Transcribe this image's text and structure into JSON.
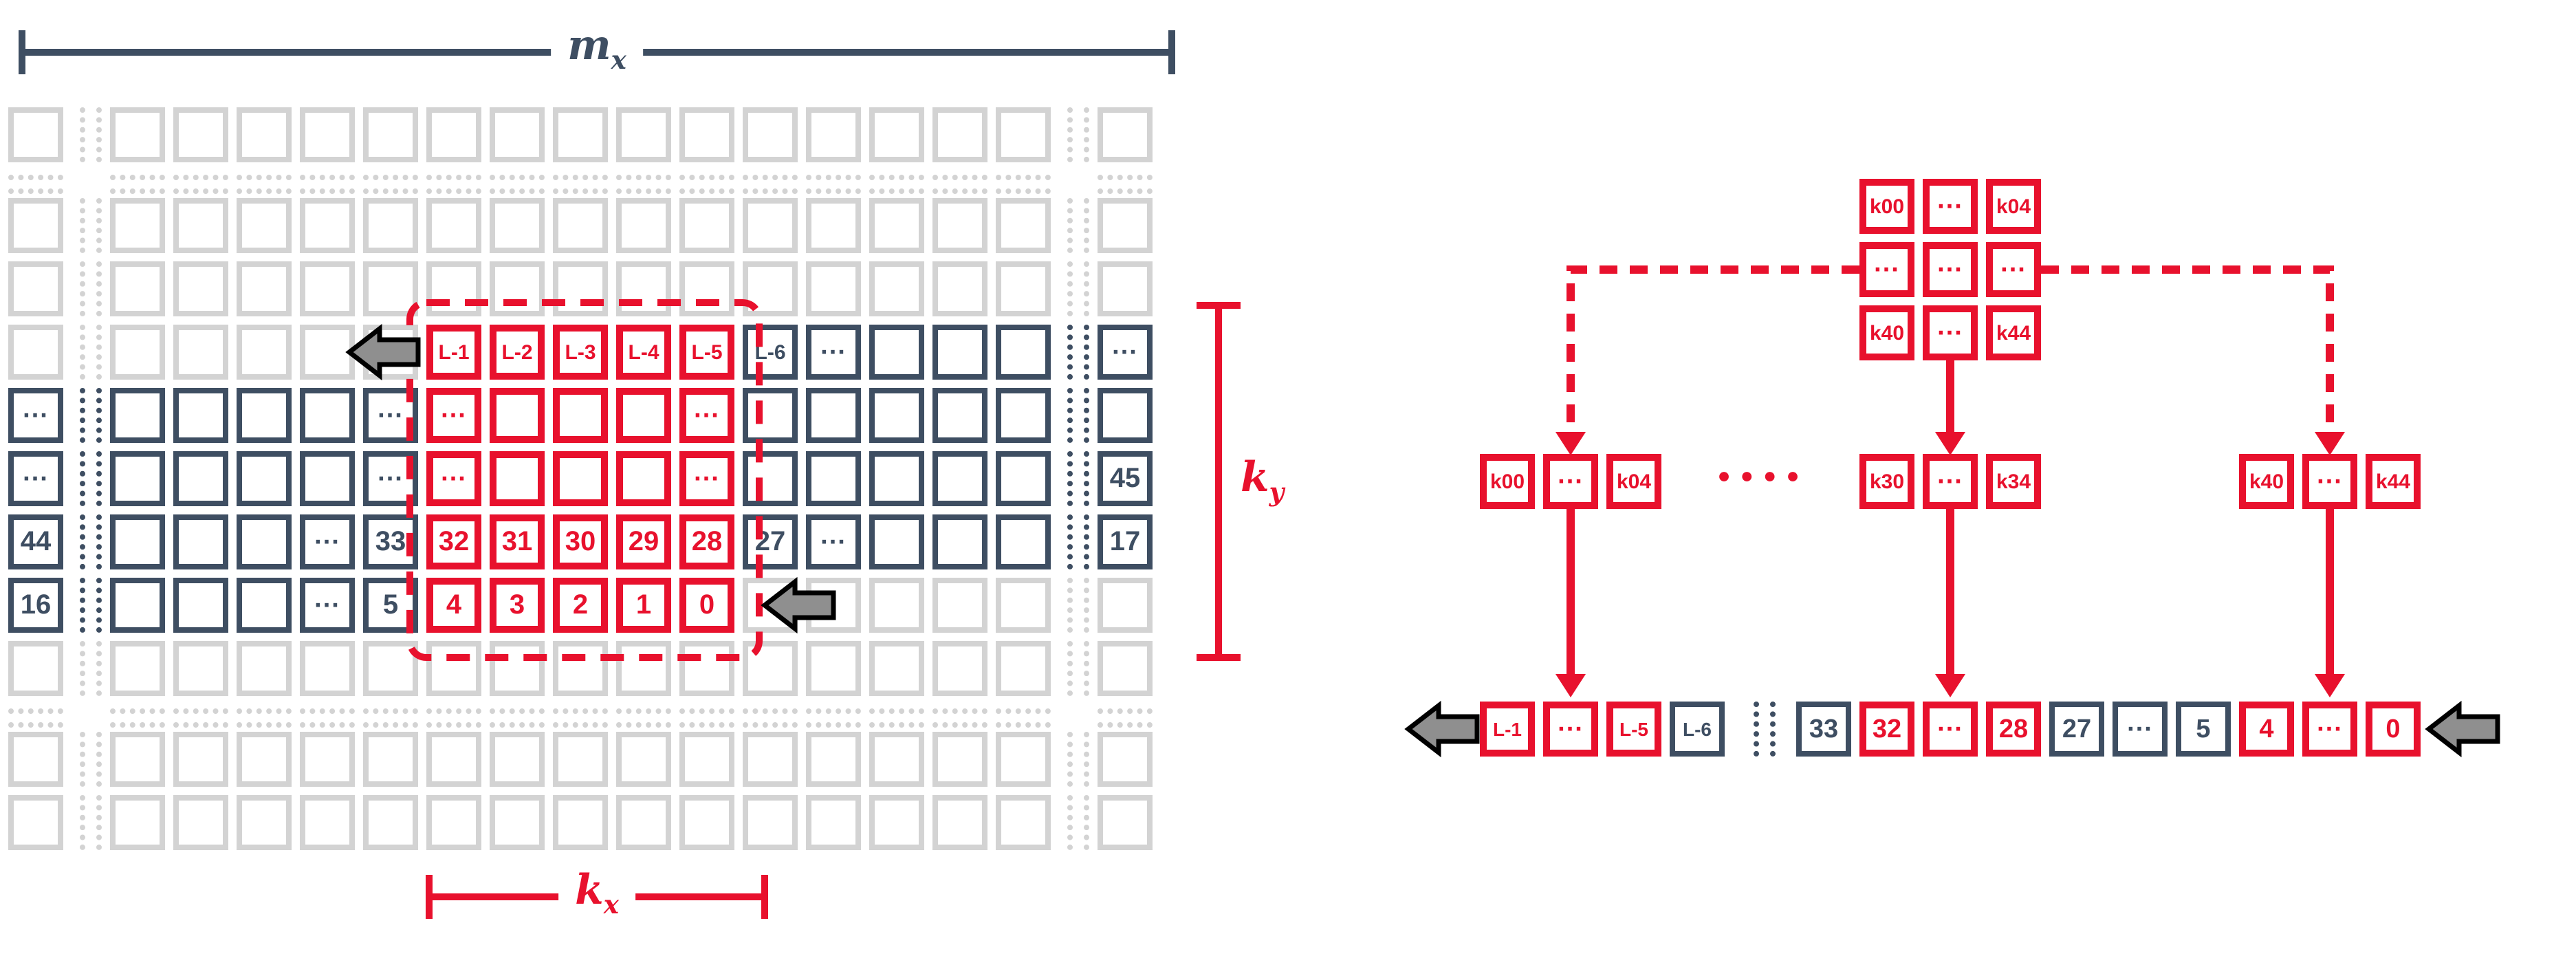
{
  "colors": {
    "navy": "#3e4e62",
    "red": "#e8112d",
    "light_gray": "#d3d3d3",
    "arrow_fill": "#8f8f8f",
    "arrow_outline": "#000000",
    "background": "#ffffff"
  },
  "labels": {
    "mx_main": "m",
    "mx_sub": "x",
    "kx_main": "k",
    "kx_sub": "x",
    "ky_main": "k",
    "ky_sub": "y"
  },
  "left": {
    "rows": [
      [
        "G",
        "dg",
        "G",
        "G",
        "G",
        "G",
        "G",
        "R:L-1",
        "R:L-2",
        "R:L-3",
        "R:L-4",
        "R:L-5",
        "N:L-6",
        "N:...",
        "N",
        "N",
        "N",
        "dn",
        "N:..."
      ],
      [
        "N:...",
        "dn",
        "N",
        "N",
        "N",
        "N",
        "N:...",
        "R:...",
        "R",
        "R",
        "R",
        "R:...",
        "N",
        "N",
        "N",
        "N",
        "N",
        "dn",
        "N"
      ],
      [
        "N:...",
        "dn",
        "N",
        "N",
        "N",
        "N",
        "N:...",
        "R:...",
        "R",
        "R",
        "R",
        "R:...",
        "N",
        "N",
        "N",
        "N",
        "N",
        "dn",
        "N:45"
      ],
      [
        "N:44",
        "dn",
        "N",
        "N",
        "N",
        "N:...",
        "N:33",
        "R:32",
        "R:31",
        "R:30",
        "R:29",
        "R:28",
        "N:27",
        "N:...",
        "N",
        "N",
        "N",
        "dn",
        "N:17"
      ],
      [
        "N:16",
        "dn",
        "N",
        "N",
        "N",
        "N:...",
        "N:5",
        "R:4",
        "R:3",
        "R:2",
        "R:1",
        "R:0",
        "G",
        "G",
        "G",
        "G",
        "G",
        "dg",
        "G"
      ]
    ]
  },
  "right": {
    "kernel_matrix": [
      [
        "k00",
        "...",
        "k04"
      ],
      [
        "...",
        "...",
        "..."
      ],
      [
        "k40",
        "...",
        "k44"
      ]
    ],
    "kernel_row_vectors": [
      [
        "k00",
        "...",
        "k04"
      ],
      [
        "k30",
        "...",
        "k34"
      ],
      [
        "k40",
        "...",
        "k44"
      ]
    ],
    "ellipsis": "●●●●",
    "memory_row": [
      [
        "L-1",
        "red"
      ],
      [
        "...",
        "red"
      ],
      [
        "L-5",
        "red"
      ],
      [
        "L-6",
        "navy"
      ],
      [
        "",
        "gap"
      ],
      [
        "33",
        "navy"
      ],
      [
        "32",
        "red"
      ],
      [
        "...",
        "red"
      ],
      [
        "28",
        "red"
      ],
      [
        "27",
        "navy"
      ],
      [
        "...",
        "navy"
      ],
      [
        "5",
        "navy"
      ],
      [
        "4",
        "red"
      ],
      [
        "...",
        "red"
      ],
      [
        "0",
        "red"
      ]
    ]
  }
}
